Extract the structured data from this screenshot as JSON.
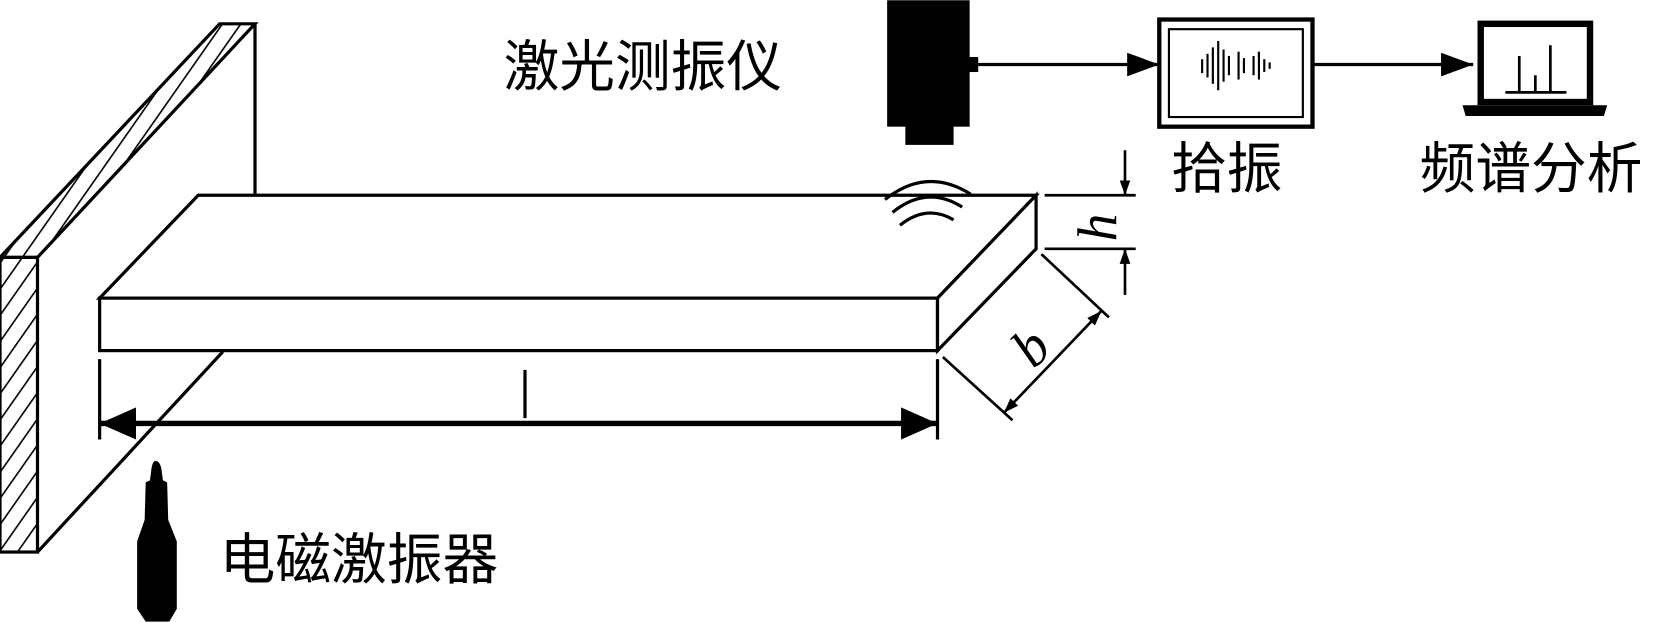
{
  "labels": {
    "laser_vibrometer": "激光测振仪",
    "pickup": "拾振",
    "spectrum_analysis": "频谱分析",
    "em_exciter": "电磁激振器",
    "height_symbol": "h",
    "width_symbol": "b"
  },
  "colors": {
    "stroke": "#000000",
    "background": "#ffffff"
  }
}
